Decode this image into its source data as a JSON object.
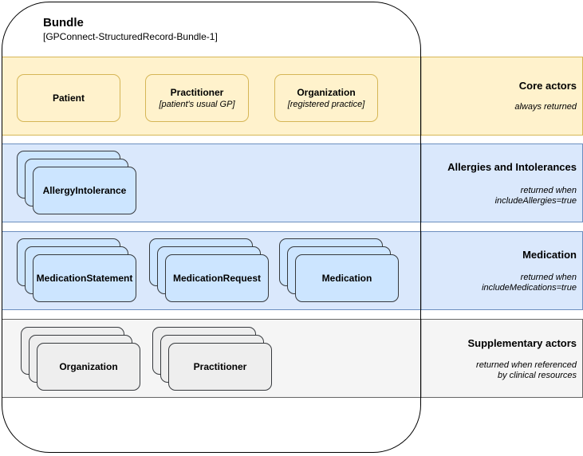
{
  "bundle": {
    "title": "Bundle",
    "subtitle": "[GPConnect-StructuredRecord-Bundle-1]"
  },
  "bands": {
    "core": {
      "heading": "Core actors",
      "note": "always returned",
      "nodes": [
        {
          "name": "Patient",
          "sub": ""
        },
        {
          "name": "Practitioner",
          "sub": "[patient's usual GP]"
        },
        {
          "name": "Organization",
          "sub": "[registered practice]"
        }
      ]
    },
    "allergies": {
      "heading": "Allergies and Intolerances",
      "note_line1": "returned when",
      "note_line2": "includeAllergies=true",
      "nodes": [
        {
          "name": "AllergyIntolerance"
        }
      ]
    },
    "medication": {
      "heading": "Medication",
      "note_line1": "returned when",
      "note_line2": "includeMedications=true",
      "nodes": [
        {
          "name": "MedicationStatement"
        },
        {
          "name": "MedicationRequest"
        },
        {
          "name": "Medication"
        }
      ]
    },
    "supplementary": {
      "heading": "Supplementary actors",
      "note_line1": "returned when referenced",
      "note_line2": "by clinical resources",
      "nodes": [
        {
          "name": "Organization"
        },
        {
          "name": "Practitioner"
        }
      ]
    }
  },
  "colors": {
    "core_fill": "#fff2cc",
    "core_stroke": "#d6b656",
    "clinical_fill": "#dae8fc",
    "clinical_stroke": "#6c8ebf",
    "clinical_node_fill": "#cce5ff",
    "supplementary_fill": "#f5f5f5",
    "supplementary_node_fill": "#eeeeee"
  }
}
